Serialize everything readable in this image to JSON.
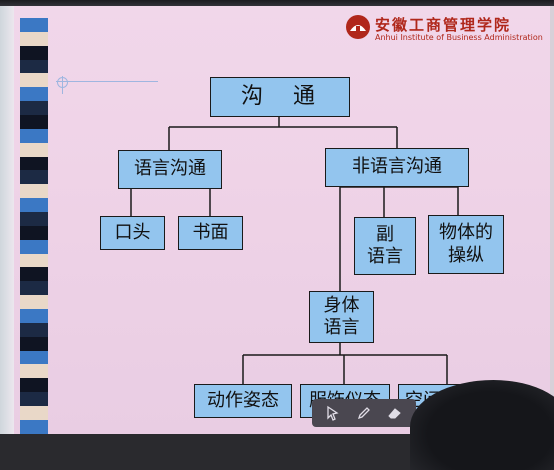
{
  "logo": {
    "name_cn": "安徽工商管理学院",
    "name_en": "Anhui Institute of Business Administration",
    "icon": "school-emblem-icon"
  },
  "diagram": {
    "root": "沟　通",
    "verbal": "语言沟通",
    "nonverbal": "非语言沟通",
    "oral": "口头",
    "written": "书面",
    "paralanguage": [
      "副",
      "语言"
    ],
    "object": [
      "物体的",
      "操纵"
    ],
    "body": [
      "身体",
      "语言"
    ],
    "posture": "动作姿态",
    "attire": "服饰仪态",
    "space": "空间"
  },
  "toolbar": {
    "tools": [
      "pointer-icon",
      "pen-icon",
      "eraser-icon"
    ]
  },
  "colors": {
    "node_fill": "#93c5ee",
    "node_border": "#1a1a1a",
    "background": "#efd3e7",
    "logo_red": "#b0271b"
  }
}
